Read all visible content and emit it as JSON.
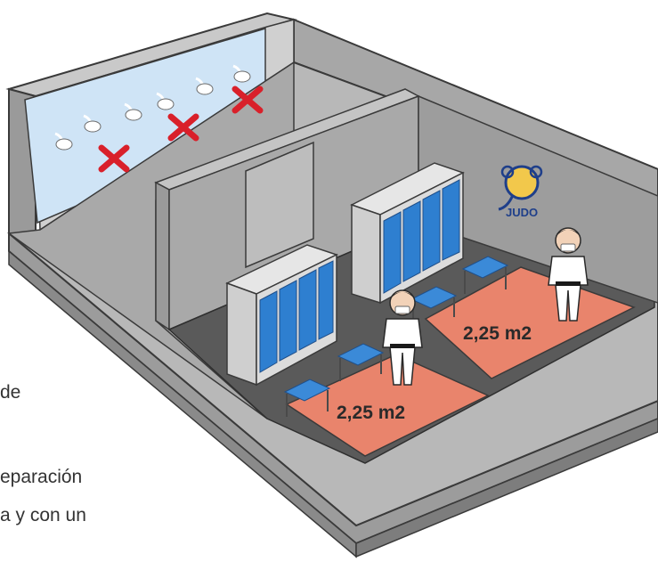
{
  "side_text": {
    "line1": "de",
    "line2": "eparación",
    "line3": "a y con un"
  },
  "areas": {
    "right_mat": "2,25 m2",
    "left_mat": "2,25 m2"
  },
  "logo": {
    "text": "JUDO"
  },
  "icons": {
    "forbidden_mark": "red-x-icon",
    "shower": "shower-head-icon"
  },
  "colors": {
    "wall_top": "#b9b9b9",
    "wall_inner": "#a8a8a8",
    "floor": "#5a5a5a",
    "mat": "#e9846c",
    "locker": "#2e7fd0",
    "bench": "#3b8ad8",
    "shower_panel": "#cfe4f6",
    "cross": "#d9202a"
  }
}
